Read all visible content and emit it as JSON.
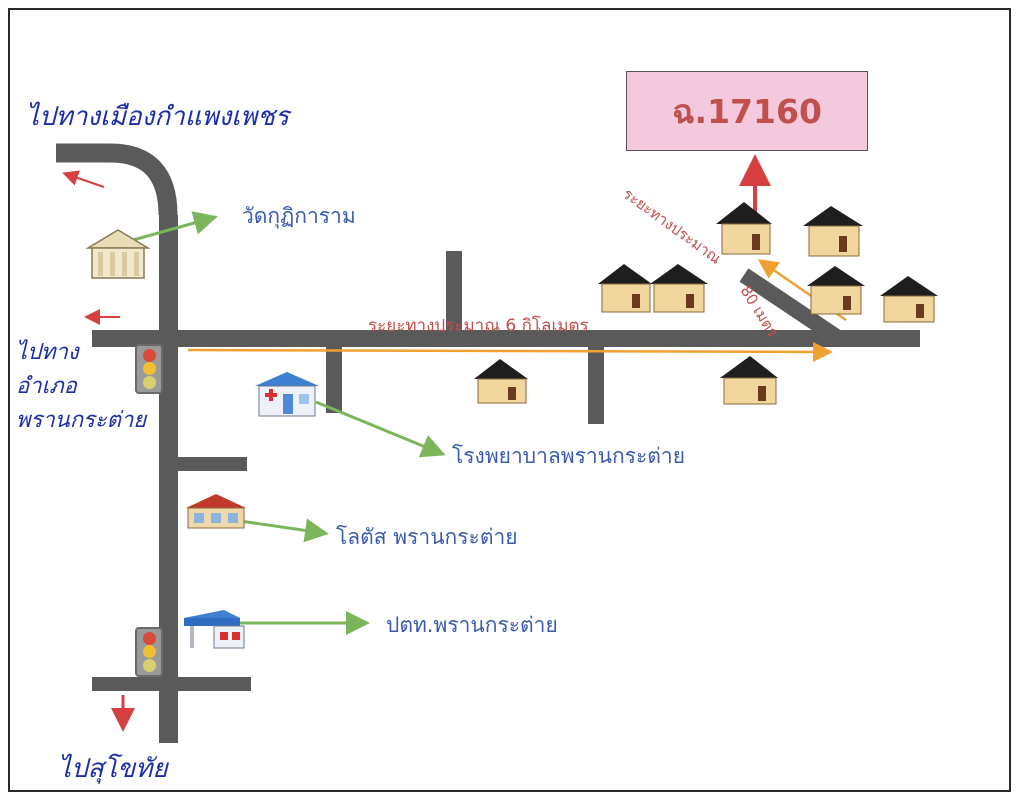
{
  "map": {
    "code_box": {
      "text": "ฉ.17160"
    },
    "handwritten": {
      "to_kamphaeng_phet": "ไปทางเมืองกำแพงเพชร",
      "to_phran_kratai_district": "ไปทางอำเภอพรานกระต่าย",
      "to_sukhothai": "ไปสุโขทัย"
    },
    "places": {
      "temple": "วัดกุฏิการาม",
      "hospital": "โรงพยาบาลพรานกระต่าย",
      "lotus": "โลตัส พรานกระต่าย",
      "ptt": "ปตท.พรานกระต่าย"
    },
    "distances": {
      "main": "ระยะทางประมาณ  6 กิโลเมตร",
      "side_label": "ระยะทางประมาณ",
      "side_value": "80 เมตร"
    },
    "colors": {
      "road": "#5a5a5a",
      "orange_arrow": "#f0a030",
      "green_arrow": "#7cb65a",
      "red_arrow": "#d64040",
      "code_box_bg": "#f4c9dd",
      "code_text": "#c0504d"
    }
  }
}
